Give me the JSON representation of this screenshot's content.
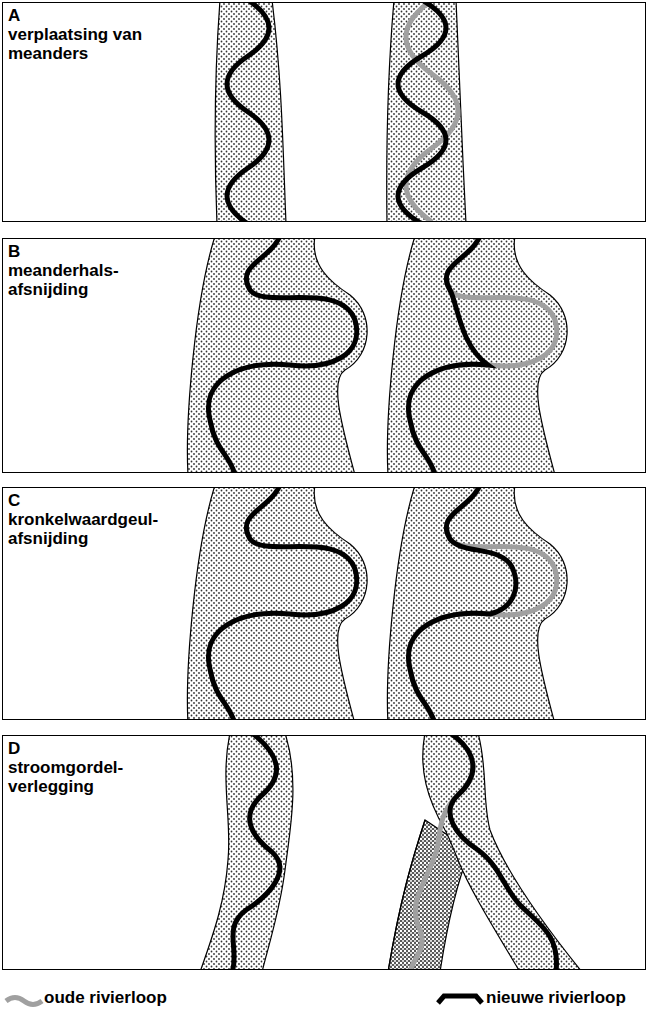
{
  "diagram": {
    "nodes": [
      {
        "text": [
          "A",
          "verplaatsing van meanders"
        ]
      },
      {
        "text": [
          "B",
          "meanderhals- afsnijding"
        ]
      },
      {
        "text": [
          "C",
          "kronkelwaardgeul- afsnijding"
        ]
      },
      {
        "text": [
          "D",
          "stroomgordel- verlegging"
        ]
      }
    ],
    "legend": [
      {
        "text": "oude rivierloop"
      },
      {
        "text": "nieuwe rivierloop"
      }
    ]
  }
}
